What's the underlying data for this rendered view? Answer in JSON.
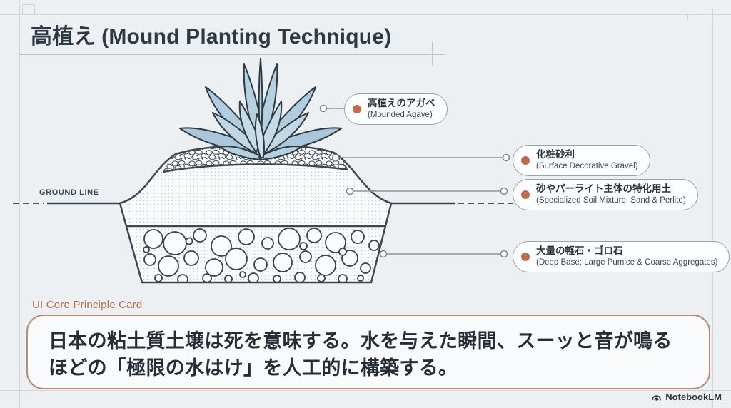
{
  "title": "高植え (Mound Planting Technique)",
  "diagram": {
    "ground_line_label": "GROUND LINE",
    "labels": [
      {
        "jp": "高植えのアガベ",
        "en": "(Mounded Agave)"
      },
      {
        "jp": "化粧砂利",
        "en": "(Surface Decorative Gravel)"
      },
      {
        "jp": "砂やパーライト主体の特化用土",
        "en": "(Specialized Soil Mixture: Sand & Perlite)"
      },
      {
        "jp": "大量の軽石・ゴロ石",
        "en": "(Deep Base: Large Pumice & Coarse Aggregates)"
      }
    ]
  },
  "principle_card": {
    "eyebrow": "UI Core Principle Card",
    "text": "日本の粘土質土壌は死を意味する。水を与えた瞬間、スーッと音が鳴るほどの「極限の水はけ」を人工的に構築する。"
  },
  "footer": {
    "brand": "NotebookLM"
  },
  "colors": {
    "background": "#edf0f3",
    "outline": "#3d4752",
    "accent_dot": "#bf6a4c",
    "pill_border": "#99a1ab",
    "card_border": "#b88a74",
    "eyebrow_text": "#b06f52",
    "plant_fill": "#b7d0df"
  }
}
